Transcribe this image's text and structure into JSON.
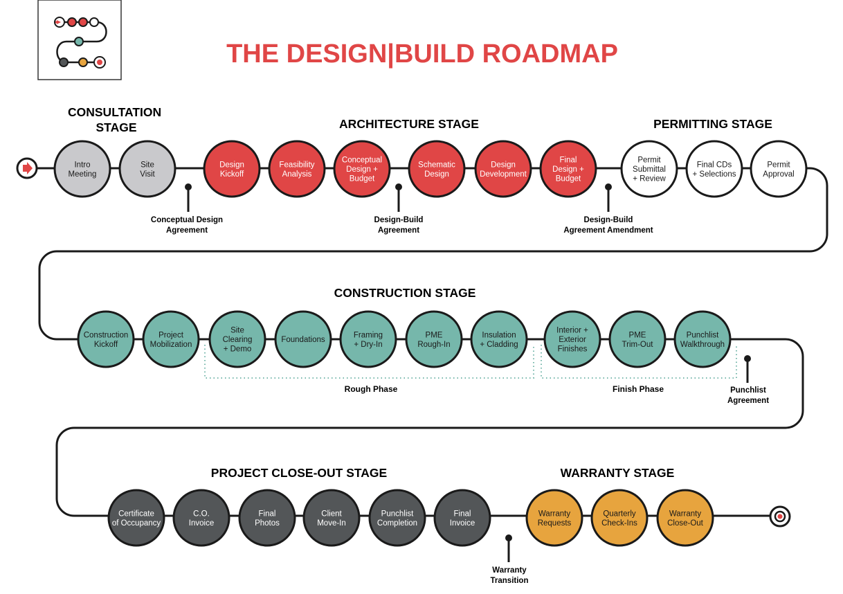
{
  "title": "THE DESIGN|BUILD ROADMAP",
  "colors": {
    "title": "#e04646",
    "line": "#1a1a1a",
    "consultation": "#c9c9cc",
    "architecture": "#e04646",
    "permitting": "#ffffff",
    "construction": "#76b7ab",
    "closeout": "#535658",
    "warranty": "#e7a43e",
    "phase_dots": "#76b7ab"
  },
  "icons": {
    "start": "arrow-right-icon",
    "end": "target-icon",
    "logo": "roadmap-logo-icon"
  },
  "stages": {
    "consultation": [
      "CONSULTATION",
      "STAGE"
    ],
    "architecture": "ARCHITECTURE STAGE",
    "permitting": "PERMITTING STAGE",
    "construction": "CONSTRUCTION STAGE",
    "closeout": "PROJECT CLOSE-OUT STAGE",
    "warranty": "WARRANTY STAGE"
  },
  "steps": {
    "consultation": [
      [
        "Intro",
        "Meeting"
      ],
      [
        "Site",
        "Visit"
      ]
    ],
    "architecture": [
      [
        "Design",
        "Kickoff"
      ],
      [
        "Feasibility",
        "Analysis"
      ],
      [
        "Conceptual",
        "Design +",
        "Budget"
      ],
      [
        "Schematic",
        "Design"
      ],
      [
        "Design",
        "Development"
      ],
      [
        "Final",
        "Design +",
        "Budget"
      ]
    ],
    "permitting": [
      [
        "Permit",
        "Submittal",
        "+ Review"
      ],
      [
        "Final CDs",
        "+ Selections"
      ],
      [
        "Permit",
        "Approval"
      ]
    ],
    "construction": [
      [
        "Construction",
        "Kickoff"
      ],
      [
        "Project",
        "Mobilization"
      ],
      [
        "Site",
        "Clearing",
        "+ Demo"
      ],
      [
        "Foundations"
      ],
      [
        "Framing",
        "+ Dry-In"
      ],
      [
        "PME",
        "Rough-In"
      ],
      [
        "Insulation",
        "+ Cladding"
      ],
      [
        "Interior +",
        "Exterior",
        "Finishes"
      ],
      [
        "PME",
        "Trim-Out"
      ],
      [
        "Punchlist",
        "Walkthrough"
      ]
    ],
    "closeout": [
      [
        "Certificate",
        "of Occupancy"
      ],
      [
        "C.O.",
        "Invoice"
      ],
      [
        "Final",
        "Photos"
      ],
      [
        "Client",
        "Move-In"
      ],
      [
        "Punchlist",
        "Completion"
      ],
      [
        "Final",
        "Invoice"
      ]
    ],
    "warranty": [
      [
        "Warranty",
        "Requests"
      ],
      [
        "Quarterly",
        "Check-Ins"
      ],
      [
        "Warranty",
        "Close-Out"
      ]
    ]
  },
  "milestones": [
    [
      "Conceptual Design",
      "Agreement"
    ],
    [
      "Design-Build",
      "Agreement"
    ],
    [
      "Design-Build",
      "Agreement Amendment"
    ],
    [
      "Punchlist",
      "Agreement"
    ],
    [
      "Warranty",
      "Transition"
    ]
  ],
  "phases": {
    "rough": "Rough Phase",
    "finish": "Finish Phase"
  }
}
